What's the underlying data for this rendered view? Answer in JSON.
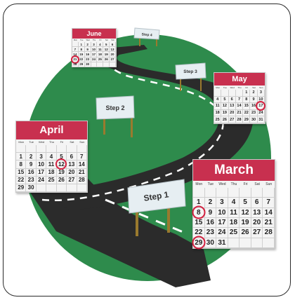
{
  "scene": {
    "colors": {
      "circle": "#2e8b4c",
      "road": "#2b2b2b",
      "dash": "#ffffff",
      "post": "#9a7a2e",
      "sign": "#e6eef2",
      "calendar_header": "#c8304f",
      "highlight": "#d2203f"
    },
    "signs": [
      {
        "label": "Step 1"
      },
      {
        "label": "Step 2"
      },
      {
        "label": "Step 3"
      },
      {
        "label": "Step 4"
      }
    ]
  },
  "calendars": {
    "march": {
      "month": "March",
      "weekdays": [
        "Mon",
        "Tue",
        "Wed",
        "Thu",
        "Fri",
        "Sat",
        "Sun"
      ],
      "days": [
        "",
        "",
        "",
        "",
        "",
        "",
        "",
        "1",
        "2",
        "3",
        "4",
        "5",
        "6",
        "7",
        "8",
        "9",
        "10",
        "11",
        "12",
        "13",
        "14",
        "15",
        "16",
        "17",
        "18",
        "19",
        "20",
        "21",
        "22",
        "23",
        "24",
        "25",
        "26",
        "27",
        "28",
        "29",
        "30",
        "31"
      ],
      "highlighted": [
        "8",
        "29"
      ]
    },
    "april": {
      "month": "April",
      "weekdays": [
        "Mon",
        "Tue",
        "Wed",
        "Thu",
        "Fri",
        "Sat",
        "Sun"
      ],
      "days": [
        "",
        "",
        "",
        "",
        "",
        "",
        "",
        "1",
        "2",
        "3",
        "4",
        "5",
        "6",
        "7",
        "8",
        "9",
        "10",
        "11",
        "12",
        "13",
        "14",
        "15",
        "16",
        "17",
        "18",
        "19",
        "20",
        "21",
        "22",
        "23",
        "24",
        "25",
        "26",
        "27",
        "28",
        "29",
        "30"
      ],
      "highlighted": [
        "12"
      ]
    },
    "may": {
      "month": "May",
      "weekdays": [
        "Mon",
        "Tue",
        "Wed",
        "Thu",
        "Fri",
        "Sat",
        "Sun"
      ],
      "days": [
        "",
        "",
        "",
        "",
        "1",
        "2",
        "3",
        "4",
        "5",
        "6",
        "7",
        "8",
        "9",
        "10",
        "11",
        "12",
        "13",
        "14",
        "15",
        "16",
        "17",
        "18",
        "19",
        "20",
        "21",
        "22",
        "23",
        "24",
        "25",
        "26",
        "27",
        "28",
        "29",
        "30",
        "31"
      ],
      "highlighted": [
        "17"
      ]
    },
    "june": {
      "month": "June",
      "weekdays": [
        "Mon",
        "Tue",
        "Wed",
        "Thu",
        "Fri",
        "Sat",
        "Sun"
      ],
      "days": [
        "",
        "1",
        "2",
        "3",
        "4",
        "5",
        "6",
        "7",
        "8",
        "9",
        "10",
        "11",
        "12",
        "13",
        "14",
        "15",
        "16",
        "17",
        "18",
        "19",
        "20",
        "21",
        "22",
        "23",
        "24",
        "25",
        "26",
        "27",
        "28",
        "29",
        "30"
      ],
      "highlighted": [
        "21"
      ]
    }
  }
}
